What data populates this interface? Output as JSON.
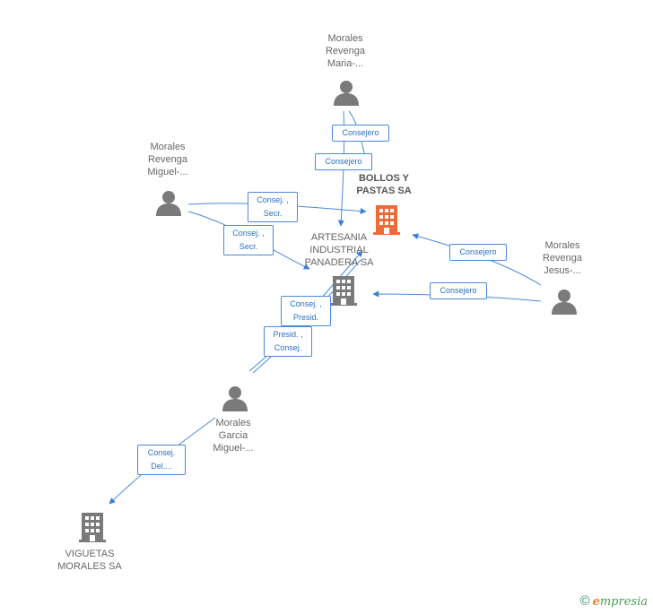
{
  "nodes": {
    "maria": {
      "label_lines": [
        "Morales",
        "Revenga",
        "Maria-..."
      ],
      "type": "person"
    },
    "miguel_r": {
      "label_lines": [
        "Morales",
        "Revenga",
        "Miguel-..."
      ],
      "type": "person"
    },
    "jesus": {
      "label_lines": [
        "Morales",
        "Revenga",
        "Jesus-..."
      ],
      "type": "person"
    },
    "miguel_g": {
      "label_lines": [
        "Morales",
        "Garcia",
        "Miguel-..."
      ],
      "type": "person"
    },
    "bollos": {
      "label_lines": [
        "BOLLOS Y",
        "PASTAS SA"
      ],
      "type": "company-main"
    },
    "artesania": {
      "label_lines": [
        "ARTESANIA",
        "INDUSTRIAL",
        "PANADERA SA"
      ],
      "type": "company"
    },
    "viguetas": {
      "label_lines": [
        "VIGUETAS",
        "MORALES SA"
      ],
      "type": "company"
    }
  },
  "edges": {
    "maria_bollos": {
      "lines": [
        "Consejero"
      ]
    },
    "maria_artesania": {
      "lines": [
        "Consejero"
      ]
    },
    "miguelr_bollos": {
      "lines": [
        "Consej. ,",
        "Secr."
      ]
    },
    "miguelr_artesania": {
      "lines": [
        "Consej. ,",
        "Secr."
      ]
    },
    "jesus_bollos": {
      "lines": [
        "Consejero"
      ]
    },
    "jesus_artesania": {
      "lines": [
        "Consejero"
      ]
    },
    "miguelg_artesania_1": {
      "lines": [
        "Consej. ,",
        "Presid."
      ]
    },
    "miguelg_artesania_2": {
      "lines": [
        "Presid. ,",
        "Consej."
      ]
    },
    "miguelg_viguetas": {
      "lines": [
        "Consej.",
        "Del...."
      ]
    }
  },
  "footer": {
    "copyright": "©",
    "brand_first": "e",
    "brand_rest": "mpresia"
  },
  "colors": {
    "edge": "#4a8ad8",
    "person_icon": "#7a7a7a",
    "company_icon": "#7a7a7a",
    "main_company_icon": "#f06a35"
  }
}
